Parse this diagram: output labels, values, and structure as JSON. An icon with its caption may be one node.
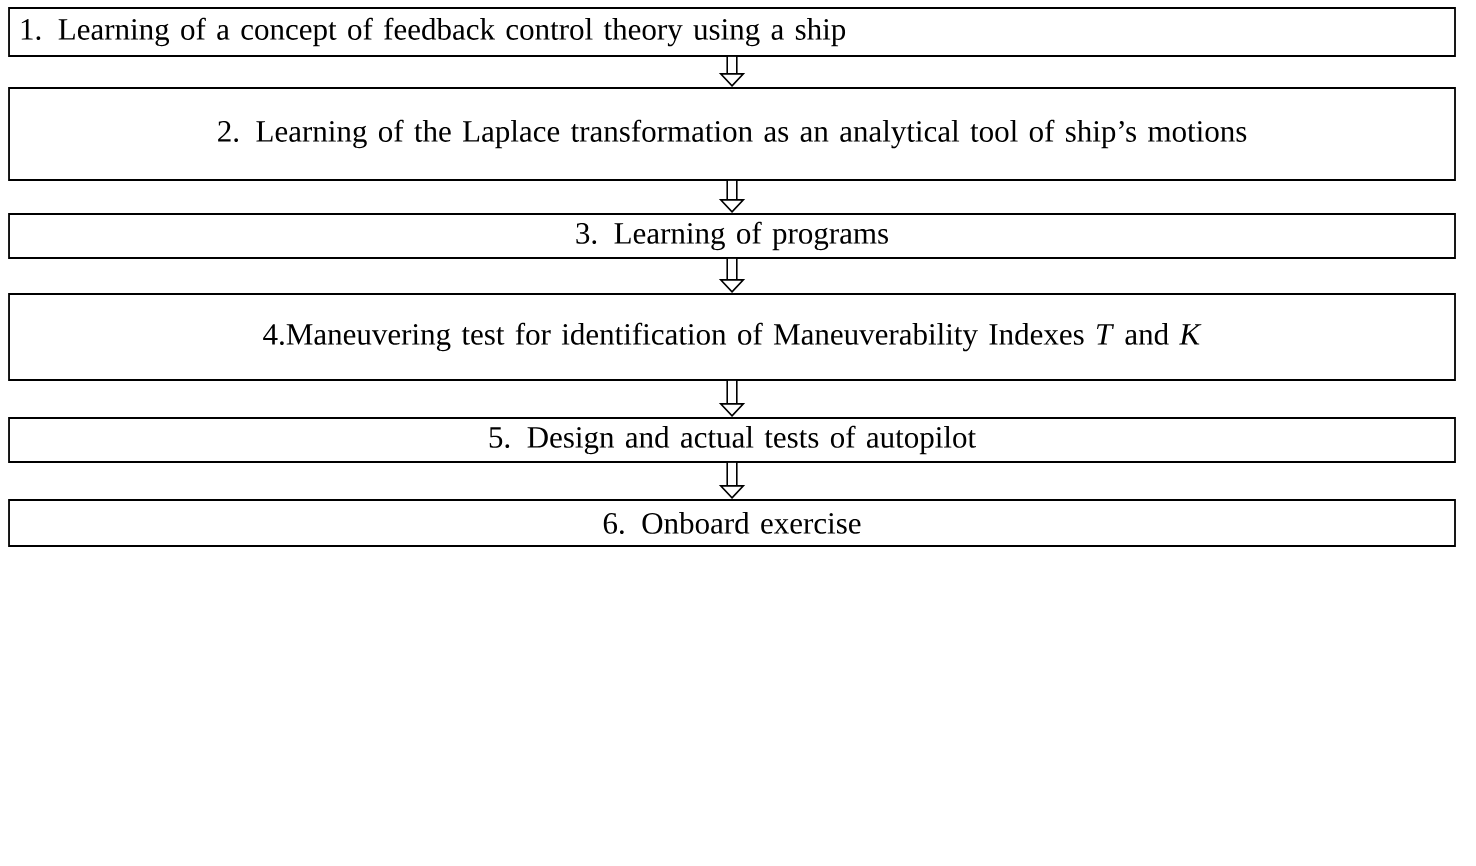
{
  "diagram": {
    "nodes": [
      {
        "text": [
          "1. Learning of a concept of feedback control theory using a ship"
        ]
      },
      {
        "text": [
          "2. Learning of the Laplace transformation as an analytical tool of ship’s motions"
        ]
      },
      {
        "text": [
          "3. Learning of programs"
        ]
      },
      {
        "text": [
          "4.Maneuvering test for identification of Maneuverability Indexes *T* and *K*"
        ]
      },
      {
        "text": [
          "5. Design and actual tests of autopilot"
        ]
      },
      {
        "text": [
          "6. Onboard exercise"
        ]
      }
    ],
    "edges": [
      {
        "from": 0,
        "to": 1,
        "arrow": "to"
      },
      {
        "from": 1,
        "to": 2,
        "arrow": "to"
      },
      {
        "from": 2,
        "to": 3,
        "arrow": "to"
      },
      {
        "from": 3,
        "to": 4,
        "arrow": "to"
      },
      {
        "from": 4,
        "to": 5,
        "arrow": "to"
      }
    ]
  }
}
